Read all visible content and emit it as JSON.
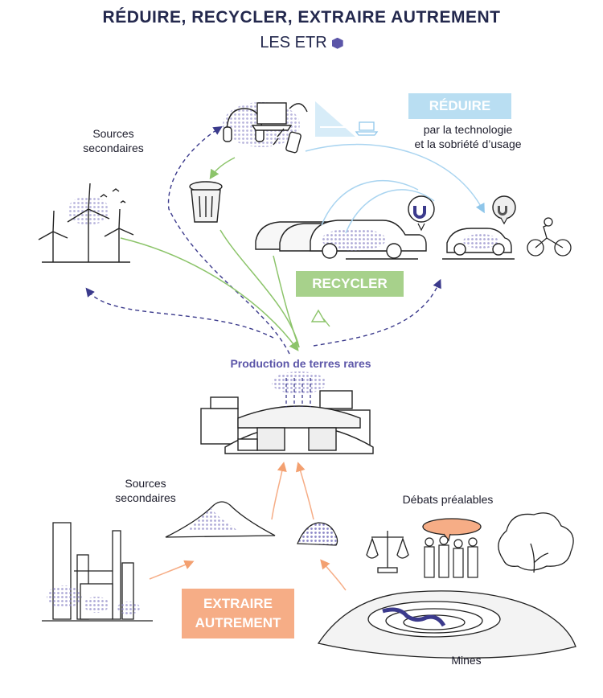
{
  "header": {
    "title": "RÉDUIRE, RECYCLER, EXTRAIRE AUTREMENT",
    "subtitle": "LES ETR"
  },
  "labels": {
    "sources_top": "Sources\nsecondaires",
    "reduire_caption_1": "par la technologie",
    "reduire_caption_2": "et la sobriété d’usage",
    "production": "Production de terres rares",
    "sources_bottom": "Sources\nsecondaires",
    "debats": "Débats préalables",
    "mines": "Mines"
  },
  "badges": {
    "reduire": "RÉDUIRE",
    "recycler": "RECYCLER",
    "extraire_1": "EXTRAIRE",
    "extraire_2": "AUTREMENT"
  },
  "colors": {
    "title": "#23284d",
    "accent_purple": "#5b55a8",
    "reduire": "#b9def2",
    "recycler": "#a7d18b",
    "extraire": "#f6ad86",
    "arrow_blue": "#a9d4f0",
    "arrow_green": "#a7d18b",
    "arrow_orange": "#f6ad86"
  }
}
